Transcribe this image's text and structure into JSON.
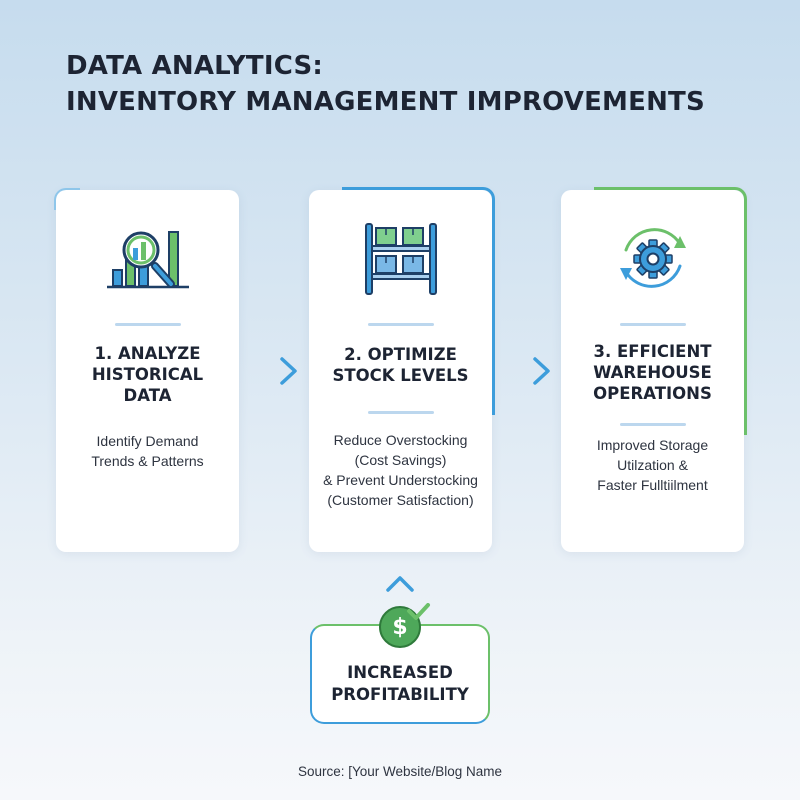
{
  "title": {
    "line1": "DATA ANALYTICS:",
    "line2": "INVENTORY MANAGEMENT IMPROVEMENTS"
  },
  "steps": [
    {
      "title": "1. ANALYZE\nHISTORICAL\nDATA",
      "description": "Identify Demand\nTrends & Patterns",
      "icon": "magnifier-bar-chart-icon"
    },
    {
      "title": "2. OPTIMIZE\nSTOCK LEVELS",
      "description": "Reduce Overstocking\n(Cost Savings)\n& Prevent Understocking\n(Customer Satisfaction)",
      "icon": "warehouse-shelf-icon"
    },
    {
      "title": "3. EFFICIENT\nWAREHOUSE\nOPERATIONS",
      "description": "Improved Storage\nUtilzation &\nFaster Fulltiilment",
      "icon": "gear-cycle-icon"
    }
  ],
  "result": {
    "title": "INCREASED\nPROFITABILITY",
    "icon": "dollar-check-icon"
  },
  "source": "Source: [Your Website/Blog Name",
  "colors": {
    "blue": "#3d9ddb",
    "green": "#6cc06a",
    "navy": "#1e3f66",
    "dark_text": "#1d2433"
  }
}
